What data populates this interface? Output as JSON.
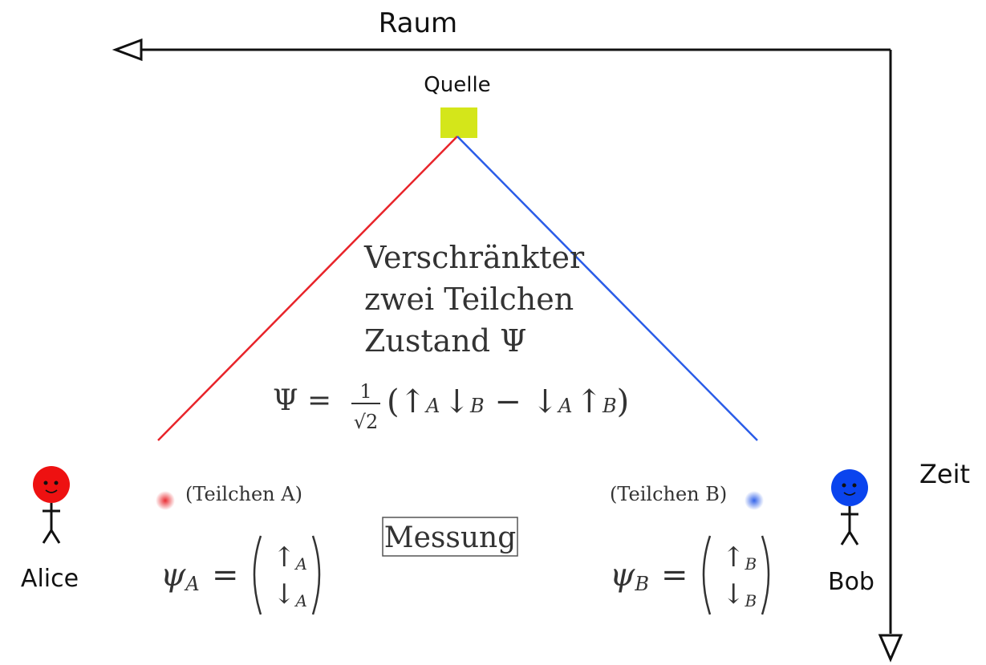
{
  "axes": {
    "horizontal_label": "Raum",
    "vertical_label": "Zeit"
  },
  "source": {
    "label": "Quelle",
    "color": "#d4e61a"
  },
  "state_description": {
    "line1": "Verschränkter",
    "line2": "zwei Teilchen",
    "line3": "Zustand Ψ"
  },
  "formula": {
    "lhs": "Ψ = ",
    "frac_num": "1",
    "frac_den": "√2",
    "open": "(",
    "t1_arrow": "↑",
    "t1_sub": "A",
    "t2_arrow": "↓",
    "t2_sub": "B",
    "minus": " − ",
    "t3_arrow": "↓",
    "t3_sub": "A",
    "t4_arrow": "↑",
    "t4_sub": "B",
    "close": ")"
  },
  "particle_a": {
    "label": "(Teilchen A)",
    "color": "#e8242a",
    "psi": "ψ",
    "psi_sub": "A",
    "equals": "=",
    "up": "↑",
    "down": "↓",
    "sub": "A"
  },
  "particle_b": {
    "label": "(Teilchen B)",
    "color": "#2a5ce8",
    "psi": "ψ",
    "psi_sub": "B",
    "equals": "=",
    "up": "↑",
    "down": "↓",
    "sub": "B"
  },
  "measurement": {
    "label": "Messung"
  },
  "observers": {
    "alice": {
      "name": "Alice",
      "color": "#ee1111"
    },
    "bob": {
      "name": "Bob",
      "color": "#0a44ee"
    }
  }
}
